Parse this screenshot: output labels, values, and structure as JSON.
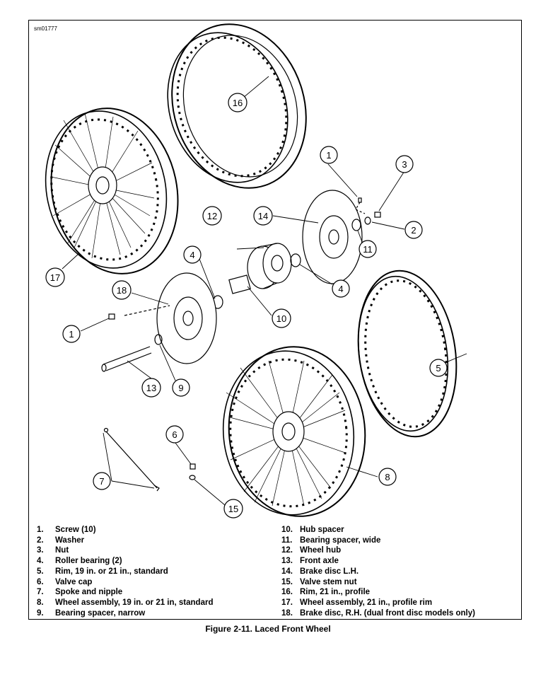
{
  "figure_id": "sm01777",
  "caption": "Figure 2-11. Laced Front Wheel",
  "legend": [
    {
      "num": "1.",
      "label": "Screw (10)"
    },
    {
      "num": "2.",
      "label": "Washer"
    },
    {
      "num": "3.",
      "label": "Nut"
    },
    {
      "num": "4.",
      "label": "Roller bearing (2)"
    },
    {
      "num": "5.",
      "label": "Rim, 19 in. or 21 in., standard"
    },
    {
      "num": "6.",
      "label": "Valve cap"
    },
    {
      "num": "7.",
      "label": "Spoke and nipple"
    },
    {
      "num": "8.",
      "label": "Wheel assembly, 19 in. or 21 in, standard"
    },
    {
      "num": "9.",
      "label": "Bearing spacer, narrow"
    },
    {
      "num": "10.",
      "label": "Hub spacer"
    },
    {
      "num": "11.",
      "label": "Bearing spacer, wide"
    },
    {
      "num": "12.",
      "label": "Wheel hub"
    },
    {
      "num": "13.",
      "label": "Front axle"
    },
    {
      "num": "14.",
      "label": "Brake disc L.H."
    },
    {
      "num": "15.",
      "label": "Valve stem nut"
    },
    {
      "num": "16.",
      "label": "Rim, 21 in., profile"
    },
    {
      "num": "17.",
      "label": "Wheel assembly, 21 in., profile rim"
    },
    {
      "num": "18.",
      "label": "Brake disc, R.H. (dual front disc models only)"
    }
  ],
  "callouts": {
    "c1a": "1",
    "c1b": "1",
    "c2": "2",
    "c3": "3",
    "c4a": "4",
    "c4b": "4",
    "c5": "5",
    "c6": "6",
    "c7": "7",
    "c8": "8",
    "c9": "9",
    "c10": "10",
    "c11": "11",
    "c12": "12",
    "c13": "13",
    "c14": "14",
    "c15": "15",
    "c16": "16",
    "c17": "17",
    "c18": "18"
  }
}
